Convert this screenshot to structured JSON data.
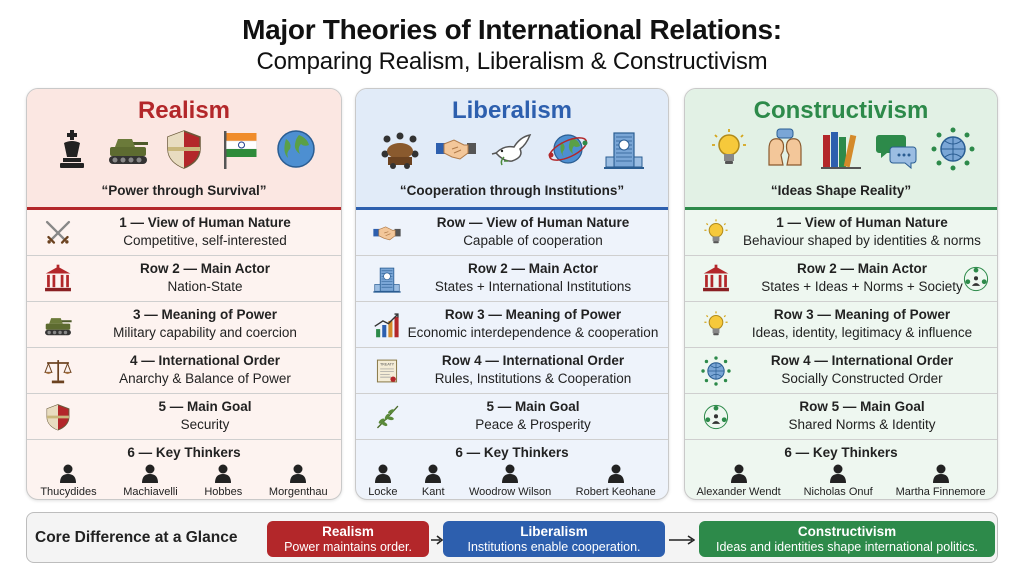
{
  "title": {
    "line1": "Major Theories of International Relations:",
    "line2": "Comparing Realism, Liberalism & Constructivism"
  },
  "colors": {
    "realism": "#b3272a",
    "liberalism": "#2d5fae",
    "constructivism": "#2d8a4a"
  },
  "theories": [
    {
      "name": "Realism",
      "tagline": "“Power through Survival”",
      "header_icons": [
        "chess-king-icon",
        "tank-icon",
        "shield-icon",
        "india-flag-icon",
        "globe-icon"
      ],
      "rows": [
        {
          "title": "1 — View of Human Nature",
          "value": "Competitive, self-interested",
          "icon": "crossed-swords-icon"
        },
        {
          "title": "Row 2 — Main Actor",
          "value": "Nation-State",
          "icon": "parliament-icon"
        },
        {
          "title": "3 — Meaning of Power",
          "value": "Military capability and coercion",
          "icon": "tank-icon"
        },
        {
          "title": "4 — International Order",
          "value": "Anarchy & Balance of Power",
          "icon": "scales-icon"
        },
        {
          "title": "5 — Main Goal",
          "value": "Security",
          "icon": "shield-icon"
        }
      ],
      "thinkers_title": "6 — Key Thinkers",
      "thinkers": [
        "Thucydides",
        "Machiavelli",
        "Hobbes",
        "Morgenthau"
      ]
    },
    {
      "name": "Liberalism",
      "tagline": "“Cooperation through Institutions”",
      "header_icons": [
        "meeting-table-icon",
        "handshake-icon",
        "dove-icon",
        "connected-globe-icon",
        "un-building-icon"
      ],
      "rows": [
        {
          "title": "Row — View of Human Nature",
          "value": "Capable of cooperation",
          "icon": "handshake-icon"
        },
        {
          "title": "Row 2 — Main Actor",
          "value": "States + International Institutions",
          "icon": "un-building-icon"
        },
        {
          "title": "Row 3 — Meaning of Power",
          "value": "Economic interdependence & cooperation",
          "icon": "growth-chart-icon"
        },
        {
          "title": "Row 4 — International Order",
          "value": "Rules, Institutions & Cooperation",
          "icon": "treaty-scroll-icon"
        },
        {
          "title": "5 — Main Goal",
          "value": "Peace & Prosperity",
          "icon": "olive-branch-icon"
        }
      ],
      "thinkers_title": "6 — Key Thinkers",
      "thinkers": [
        "Locke",
        "Kant",
        "Woodrow Wilson",
        "Robert Keohane"
      ]
    },
    {
      "name": "Constructivism",
      "tagline": "“Ideas Shape Reality”",
      "header_icons": [
        "lightbulb-icon",
        "dialogue-heads-icon",
        "books-icon",
        "speech-bubbles-icon",
        "network-globe-icon"
      ],
      "rows": [
        {
          "title": "1 — View of Human Nature",
          "value": "Behaviour shaped by identities & norms",
          "icon": "lightbulb-icon"
        },
        {
          "title": "Row 2 — Main Actor",
          "value": "States + Ideas + Norms + Society",
          "icon": "parliament-icon",
          "icon2": "people-network-icon"
        },
        {
          "title": "Row 3 — Meaning of Power",
          "value": "Ideas, identity, legitimacy & influence",
          "icon": "lightbulb-icon"
        },
        {
          "title": "Row 4 — International Order",
          "value": "Socially Constructed Order",
          "icon": "network-globe-icon"
        },
        {
          "title": "Row 5 — Main Goal",
          "value": "Shared Norms & Identity",
          "icon": "people-network-icon"
        }
      ],
      "thinkers_title": "6 — Key Thinkers",
      "thinkers": [
        "Alexander Wendt",
        "Nicholas Onuf",
        "Martha Finnemore"
      ]
    }
  ],
  "footer": {
    "label": "Core Difference at a Glance",
    "items": [
      {
        "name": "Realism",
        "text": "Power maintains order."
      },
      {
        "name": "Liberalism",
        "text": "Institutions enable cooperation."
      },
      {
        "name": "Constructivism",
        "text": "Ideas and identities shape international politics."
      }
    ]
  }
}
